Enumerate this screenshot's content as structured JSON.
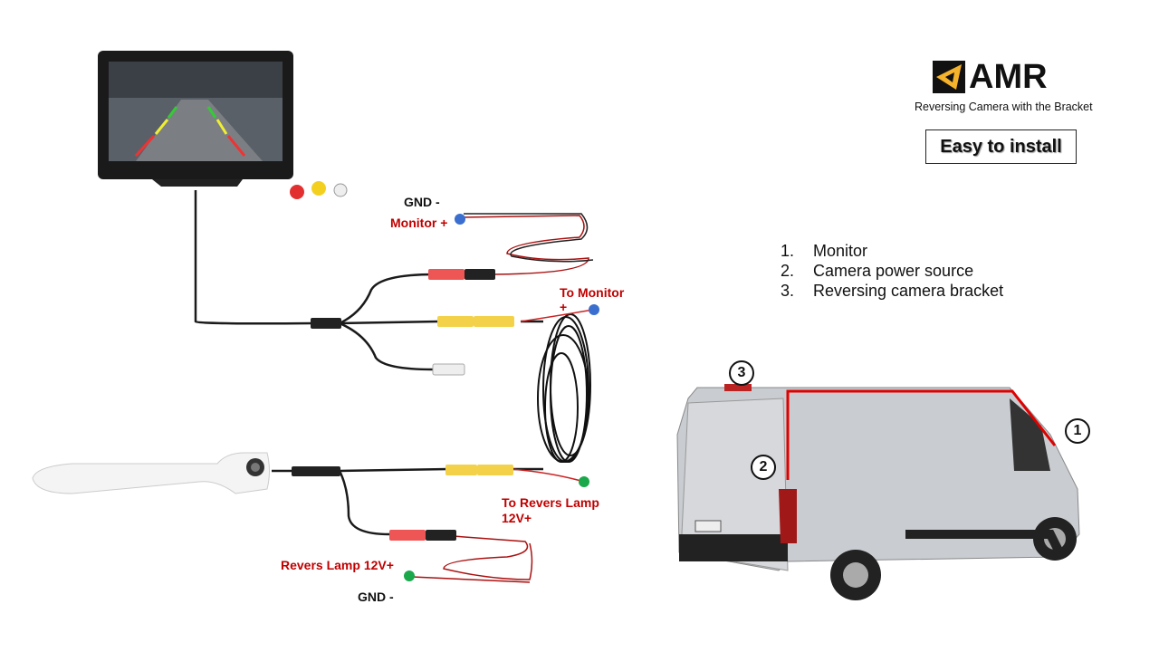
{
  "brand": {
    "name": "AMR",
    "subtitle": "Reversing Camera with the Bracket",
    "accent": "#f5b22b"
  },
  "badge_text": "Easy to install",
  "legend": [
    {
      "num": "1.",
      "label": "Monitor"
    },
    {
      "num": "2.",
      "label": "Camera power source"
    },
    {
      "num": "3.",
      "label": "Reversing camera bracket"
    }
  ],
  "wiring_labels": {
    "gnd_top": "GND -",
    "monitor_plus": "Monitor +",
    "to_monitor": "To Monitor",
    "to_monitor_plus": "+",
    "to_revers_lamp": "To Revers Lamp",
    "to_revers_lamp_v": "12V+",
    "revers_lamp": "Revers Lamp 12V+",
    "gnd_bottom": "GND -"
  },
  "van_markers": [
    "1",
    "2",
    "3"
  ],
  "colors": {
    "label_red": "#c00000",
    "dot_blue": "#3a6fd0",
    "dot_green": "#1aa84a",
    "route_red": "#e00000"
  }
}
